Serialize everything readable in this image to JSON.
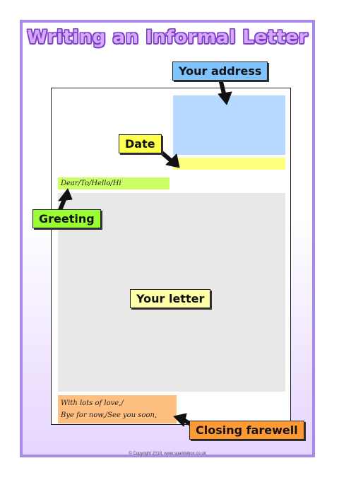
{
  "title": "Writing an Informal Letter",
  "labels": {
    "address": "Your address",
    "date": "Date",
    "greeting": "Greeting",
    "letter": "Your letter",
    "closing": "Closing farewell"
  },
  "greeting_text": "Dear/To/Hello/Hi",
  "closing_lines": [
    "With lots of love,/",
    "Bye for now,/See you soon,"
  ],
  "copyright": "© Copyright 2018, www.sparklebox.co.uk",
  "colors": {
    "border": "#a98ae8",
    "address": "#b7d8ff",
    "date": "#ffff80",
    "greeting": "#ccff66",
    "letter": "#e8e8e8",
    "closing": "#ffbf80"
  }
}
